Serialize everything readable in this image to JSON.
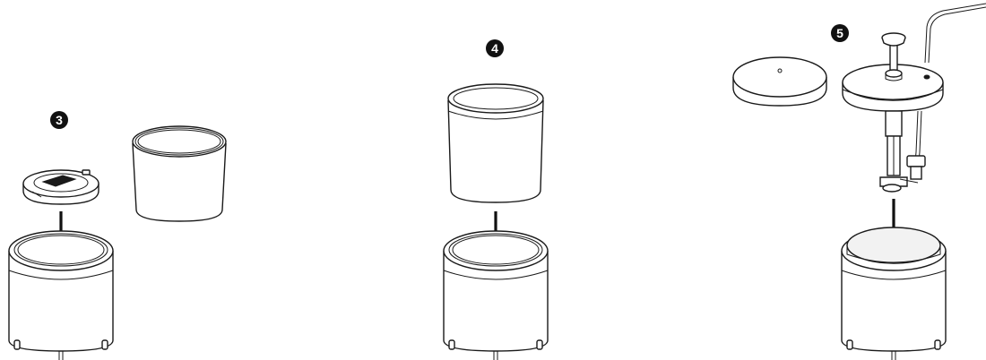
{
  "steps": [
    {
      "number": "3",
      "description_icon": "step-3-marker"
    },
    {
      "number": "4",
      "description_icon": "step-4-marker"
    },
    {
      "number": "5",
      "description_icon": "step-5-marker"
    }
  ]
}
